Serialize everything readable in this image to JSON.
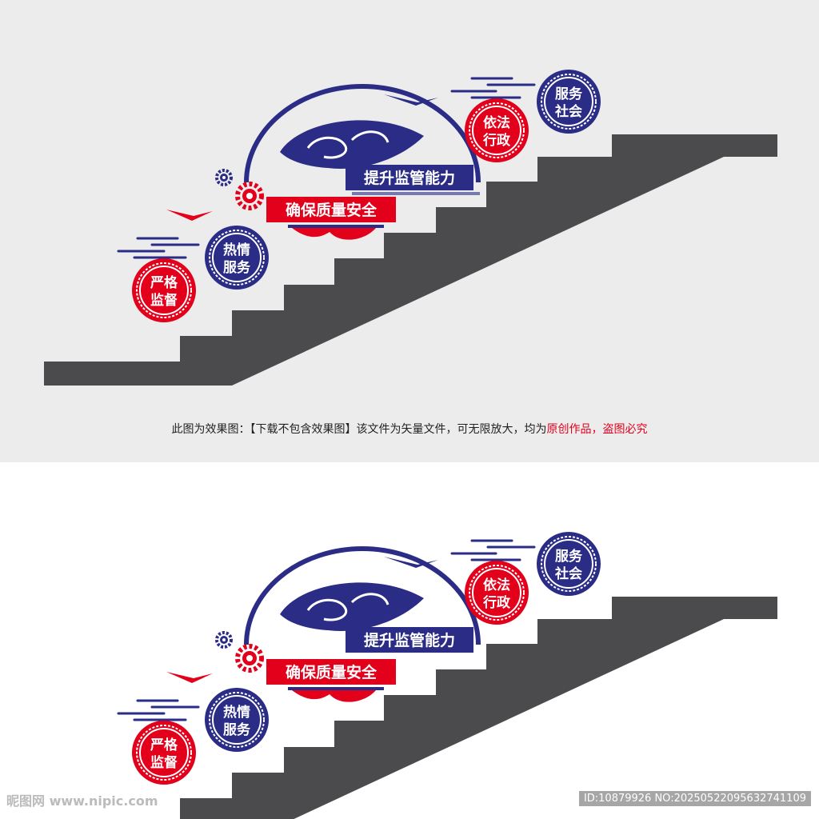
{
  "colors": {
    "navy": "#2a2c86",
    "red": "#e3001b",
    "stair": "#4b4b4d",
    "wall": "#ececec"
  },
  "phrases": {
    "strict": [
      "严格",
      "监督"
    ],
    "warm": [
      "热情",
      "服务"
    ],
    "law": [
      "依法",
      "行政"
    ],
    "serve": [
      "服务",
      "社会"
    ]
  },
  "banner_blue": "提升监管能力",
  "banner_red": "确保质量安全",
  "caption": {
    "part1": "此图为效果图：【下载不包含效果图】该文件为矢量文件，可无限放大，均为",
    "part2": "原创作品，盗图必究"
  },
  "watermark": {
    "left": "昵图网 www.nipic.com",
    "right": "ID:10879926 NO:20250522095632741109"
  },
  "icons": [
    "bird-icon",
    "gear-icon",
    "cloud-line-icon",
    "globe-icon"
  ]
}
